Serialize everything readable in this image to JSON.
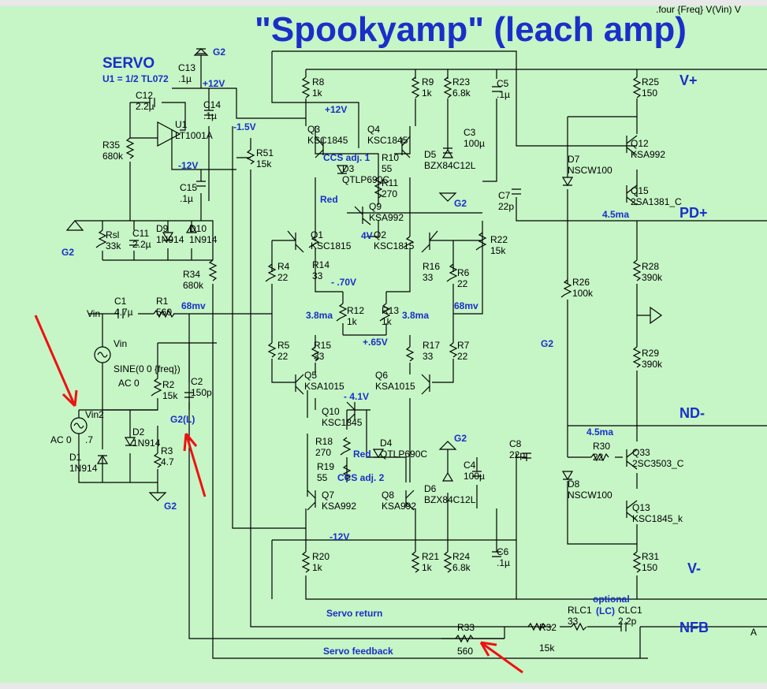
{
  "title": "\"Spookyamp\" (leach amp)",
  "top_right_label": ".four {Freq} V(Vin) V",
  "servo": {
    "title": "SERVO",
    "subtitle": "U1 = 1/2 TL072"
  },
  "rails": {
    "pos": "V+",
    "pd": "PD+",
    "nd": "ND-",
    "neg": "V-",
    "nfb": "NFB",
    "a": "A"
  },
  "labels": {
    "g2_top": "G2",
    "plus12_left": "+12V",
    "minus12_left": "-12V",
    "minus15": "-1.5V",
    "plus12_mid": "+12V",
    "minus12_mid": "-12V",
    "ccs1": "CCS adj. 1",
    "ccs2": "CCS adj. 2",
    "red1": "Red",
    "red2": "Red",
    "v4": "4V",
    "vm70": "- .70V",
    "vp65": "+.65V",
    "vm41": "- 4.1V",
    "i38a": "3.8ma",
    "i38b": "3.8ma",
    "mv68a": "68mv",
    "mv68b": "68mv",
    "g2_mid": "G2",
    "g2_left": "G2",
    "g2_c1": "G2",
    "g2_c2": "G2",
    "g2_d3": "G2",
    "g2l": "G2(L)",
    "i45a": "4.5ma",
    "i45b": "4.5ma",
    "servo_return": "Servo return",
    "servo_feedback": "Servo feedback",
    "optional": "optional",
    "lc": "(LC)"
  },
  "source": {
    "vin_label": "Vin",
    "vin_name": "Vin",
    "vin_spec": "SINE(0 0 {freq})",
    "vin_ac": "AC 0",
    "vin2_name": "Vin2",
    "vin2_ac": "AC 0",
    "vin2_val": ".7"
  },
  "parts": [
    {
      "name": "C13",
      "value": ".1µ"
    },
    {
      "name": "C12",
      "value": "2.2µ"
    },
    {
      "name": "U1",
      "value": "LT1001A"
    },
    {
      "name": "C14",
      "value": ".1µ"
    },
    {
      "name": "R35",
      "value": "680k"
    },
    {
      "name": "R51",
      "value": "15k"
    },
    {
      "name": "C15",
      "value": ".1µ"
    },
    {
      "name": "Rsl",
      "value": "33k"
    },
    {
      "name": "C11",
      "value": "2.2µ"
    },
    {
      "name": "D9",
      "value": "1N914"
    },
    {
      "name": "D10",
      "value": "1N914"
    },
    {
      "name": "R34",
      "value": "680k"
    },
    {
      "name": "C1",
      "value": "4.7µ"
    },
    {
      "name": "R1",
      "value": "560"
    },
    {
      "name": "R2",
      "value": "15k"
    },
    {
      "name": "C2",
      "value": "150p"
    },
    {
      "name": "D2",
      "value": "1N914"
    },
    {
      "name": "R3",
      "value": "4.7"
    },
    {
      "name": "D1",
      "value": "1N914"
    },
    {
      "name": "R8",
      "value": "1k"
    },
    {
      "name": "R9",
      "value": "1k"
    },
    {
      "name": "R23",
      "value": "6.8k"
    },
    {
      "name": "C5",
      "value": ".1µ"
    },
    {
      "name": "Q3",
      "value": "KSC1845"
    },
    {
      "name": "Q4",
      "value": "KSC1845"
    },
    {
      "name": "C3",
      "value": "100µ"
    },
    {
      "name": "D5",
      "value": "BZX84C12L"
    },
    {
      "name": "R10",
      "value": "55"
    },
    {
      "name": "D3",
      "value": "QTLP690C"
    },
    {
      "name": "R11",
      "value": "270"
    },
    {
      "name": "Q9",
      "value": "KSA992"
    },
    {
      "name": "C7",
      "value": "22p"
    },
    {
      "name": "Q1",
      "value": "KSC1815"
    },
    {
      "name": "Q2",
      "value": "KSC1815"
    },
    {
      "name": "R22",
      "value": "15k"
    },
    {
      "name": "R4",
      "value": "22"
    },
    {
      "name": "R14",
      "value": "33"
    },
    {
      "name": "R16",
      "value": "33"
    },
    {
      "name": "R6",
      "value": "22"
    },
    {
      "name": "R12",
      "value": "1k"
    },
    {
      "name": "R13",
      "value": "1k"
    },
    {
      "name": "R5",
      "value": "22"
    },
    {
      "name": "R15",
      "value": "33"
    },
    {
      "name": "R17",
      "value": "33"
    },
    {
      "name": "R7",
      "value": "22"
    },
    {
      "name": "Q5",
      "value": "KSA1015"
    },
    {
      "name": "Q6",
      "value": "KSA1015"
    },
    {
      "name": "Q10",
      "value": "KSC1845"
    },
    {
      "name": "R18",
      "value": "270"
    },
    {
      "name": "D4",
      "value": "QTLP690C"
    },
    {
      "name": "R19",
      "value": "55"
    },
    {
      "name": "C4",
      "value": "100µ"
    },
    {
      "name": "D6",
      "value": "BZX84C12L"
    },
    {
      "name": "Q7",
      "value": "KSA992"
    },
    {
      "name": "Q8",
      "value": "KSA992"
    },
    {
      "name": "C8",
      "value": "22p"
    },
    {
      "name": "R20",
      "value": "1k"
    },
    {
      "name": "R21",
      "value": "1k"
    },
    {
      "name": "R24",
      "value": "6.8k"
    },
    {
      "name": "C6",
      "value": ".1µ"
    },
    {
      "name": "R25",
      "value": "150"
    },
    {
      "name": "Q12",
      "value": "KSA992"
    },
    {
      "name": "D7",
      "value": "NSCW100"
    },
    {
      "name": "Q15",
      "value": "2SA1381_C"
    },
    {
      "name": "R28",
      "value": "390k"
    },
    {
      "name": "R26",
      "value": "100k"
    },
    {
      "name": "R29",
      "value": "390k"
    },
    {
      "name": "R30",
      "value": "22"
    },
    {
      "name": "Q33",
      "value": "2SC3503_C"
    },
    {
      "name": "D8",
      "value": "NSCW100"
    },
    {
      "name": "Q13",
      "value": "KSC1845_k"
    },
    {
      "name": "R31",
      "value": "150"
    },
    {
      "name": "RLC1",
      "value": "33"
    },
    {
      "name": "CLC1",
      "value": "2.2p"
    },
    {
      "name": "R32",
      "value": "15k"
    },
    {
      "name": "R33",
      "value": "560"
    }
  ]
}
